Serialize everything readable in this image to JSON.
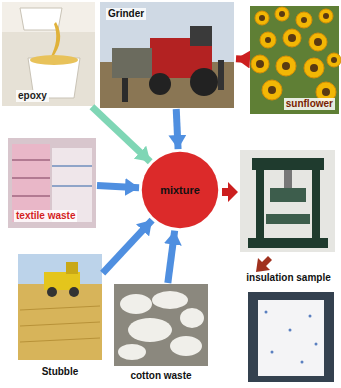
{
  "diagram": {
    "nodes": [
      {
        "text": [
          "epoxy"
        ]
      },
      {
        "text": [
          "Grinder"
        ]
      },
      {
        "text": [
          "sunflower"
        ]
      },
      {
        "text": [
          "textile waste"
        ]
      },
      {
        "text": [
          "mixture"
        ]
      },
      {
        "text": [
          "insulation sample"
        ]
      },
      {
        "text": [
          "Stubble"
        ]
      },
      {
        "text": [
          "cotton waste"
        ]
      }
    ],
    "edges": [
      {
        "from": 2,
        "to": 1,
        "arrow": "to"
      },
      {
        "from": 0,
        "to": 4,
        "arrow": "to"
      },
      {
        "from": 1,
        "to": 4,
        "arrow": "to"
      },
      {
        "from": 3,
        "to": 4,
        "arrow": "to"
      },
      {
        "from": 6,
        "to": 4,
        "arrow": "to"
      },
      {
        "from": 7,
        "to": 4,
        "arrow": "to"
      }
    ]
  }
}
